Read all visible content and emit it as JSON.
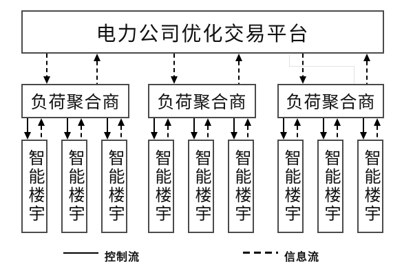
{
  "diagram": {
    "platform": {
      "label": "电力公司优化交易平台"
    },
    "aggregators": [
      {
        "label": "负荷聚合商"
      },
      {
        "label": "负荷聚合商"
      },
      {
        "label": "负荷聚合商"
      }
    ],
    "buildings": [
      {
        "label": "智能楼宇"
      },
      {
        "label": "智能楼宇"
      },
      {
        "label": "智能楼宇"
      },
      {
        "label": "智能楼宇"
      },
      {
        "label": "智能楼宇"
      },
      {
        "label": "智能楼宇"
      },
      {
        "label": "智能楼宇"
      },
      {
        "label": "智能楼宇"
      },
      {
        "label": "智能楼宇"
      }
    ],
    "legend": {
      "control": {
        "style": "solid",
        "label": "控制流"
      },
      "info": {
        "style": "dashed",
        "label": "信息流"
      }
    },
    "colors": {
      "background": "#ffffff",
      "box_border": "#4a4a4a",
      "line": "#000000",
      "text": "#111111",
      "artifact": "#e2e2e2"
    }
  }
}
